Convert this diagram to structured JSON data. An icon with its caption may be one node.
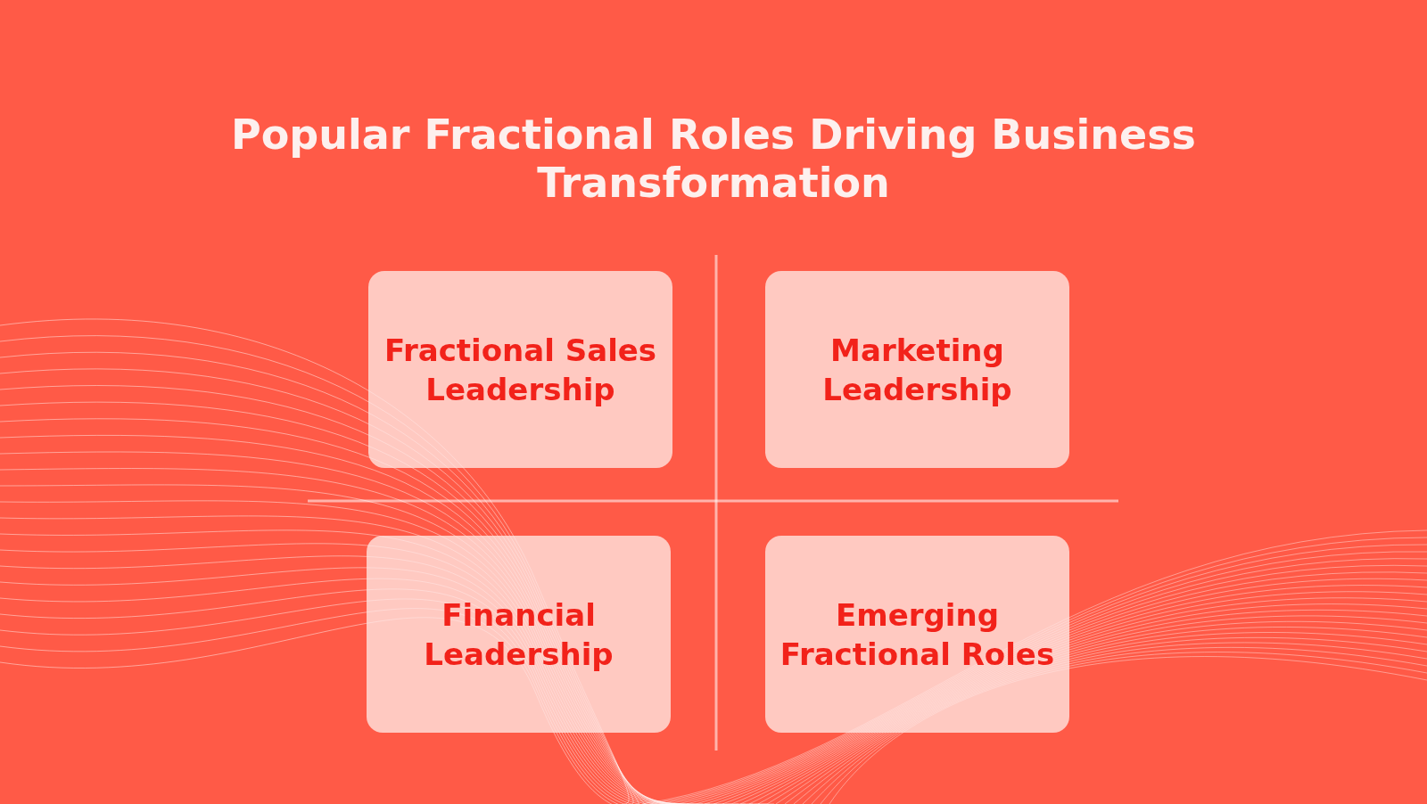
{
  "diagram": {
    "title": "Popular Fractional Roles Driving Business Transformation",
    "nodes": [
      {
        "text": [
          "Fractional Sales Leadership"
        ]
      },
      {
        "text": [
          "Marketing Leadership"
        ]
      },
      {
        "text": [
          "Financial Leadership"
        ]
      },
      {
        "text": [
          "Emerging Fractional Roles"
        ]
      }
    ]
  }
}
